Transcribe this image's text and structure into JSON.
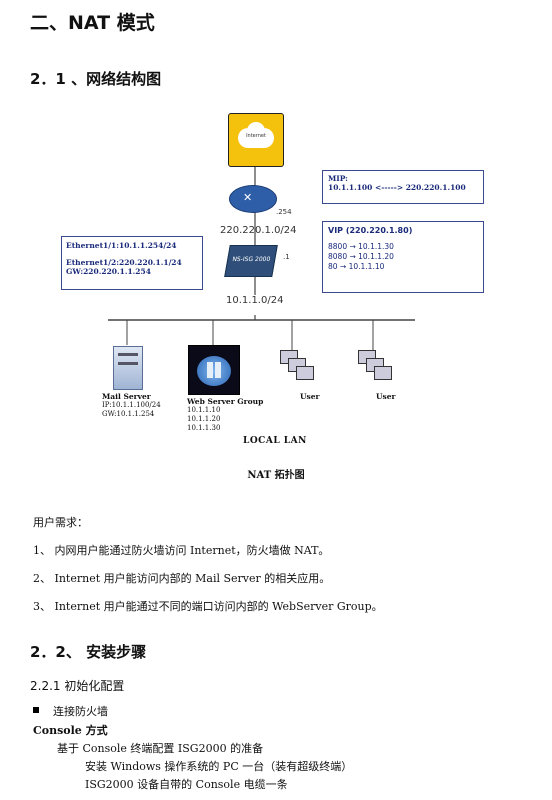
{
  "heading": "二、NAT 模式",
  "section_2_1": "2．1 、网络结构图",
  "diagram": {
    "internet_label": "Internet",
    "router_suffix": ".254",
    "wan_net": "220.220.1.0/24",
    "fw_label": "NS-ISG 2000",
    "fw_suffix": ".1",
    "lan_net": "10.1.1.0/24",
    "mip_title": "MIP:",
    "mip_line": "10.1.1.100 <-----> 220.220.1.100",
    "vip_title": "VIP (220.220.1.80)",
    "vip_lines": [
      "8800 → 10.1.1.30",
      "8080 → 10.1.1.20",
      "80 → 10.1.1.10"
    ],
    "eth_lines": [
      "Ethernet1/1:10.1.1.254/24",
      "Ethernet1/2:220.220.1.1/24",
      "GW:220.220.1.1.254"
    ],
    "mail_title": "Mail Server",
    "mail_lines": [
      "IP:10.1.1.100/24",
      "GW:10.1.1.254"
    ],
    "web_title": "Web Server Group",
    "web_lines": [
      "10.1.1.10",
      "10.1.1.20",
      "10.1.1.30"
    ],
    "user1": "User",
    "user2": "User",
    "local_lan": "LOCAL LAN",
    "caption": "NAT 拓扑图"
  },
  "requirements": {
    "title": "用户需求：",
    "items": [
      "1、 内网用户能通过防火墙访问 Internet，防火墙做 NAT。",
      "2、 Internet 用户能访问内部的 Mail Server 的相关应用。",
      "3、 Internet 用户能通过不同的端口访问内部的  WebServer Group。"
    ]
  },
  "section_2_2": "2．2、  安装步骤",
  "section_2_2_1": "2.2.1  初始化配置",
  "bullet": "连接防火墙",
  "console_title": "Console 方式",
  "console_lines": [
    "基于 Console 终端配置 ISG2000   的准备",
    "安装 Windows 操作系统的 PC 一台（装有超级终端）",
    "ISG2000 设备自带的 Console 电缆一条"
  ]
}
